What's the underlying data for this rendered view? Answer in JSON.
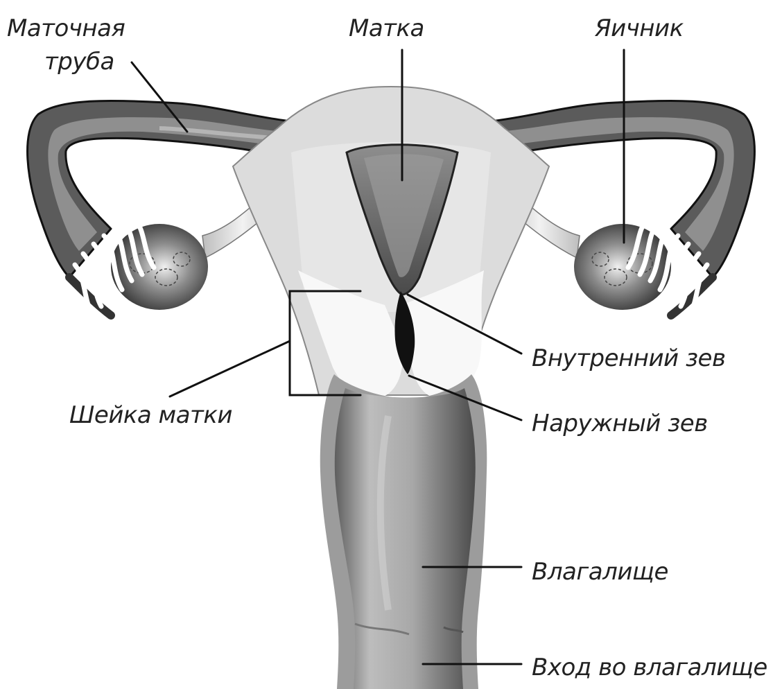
{
  "labels": {
    "fallopian_tube_line1": "Маточная",
    "fallopian_tube_line2": "труба",
    "uterus": "Матка",
    "ovary": "Яичник",
    "internal_os": "Внутренний зев",
    "cervix": "Шейка матки",
    "external_os": "Наружный зев",
    "vagina": "Влагалище",
    "vaginal_opening": "Вход во влагалище"
  },
  "colors": {
    "outline": "#111111",
    "tube_dark": "#555555",
    "tube_mid": "#8a8a8a",
    "uterus_wall": "#d9d9d9",
    "uterus_light": "#ececec",
    "cervix_white": "#f7f7f7",
    "cavity": "#7a7a7a",
    "canal": "#111111",
    "vagina_outer": "#9a9a9a",
    "vagina_mid": "#b9b9b9",
    "vagina_inner": "#6d6d6d",
    "ovary_dark": "#3a3a3a"
  }
}
